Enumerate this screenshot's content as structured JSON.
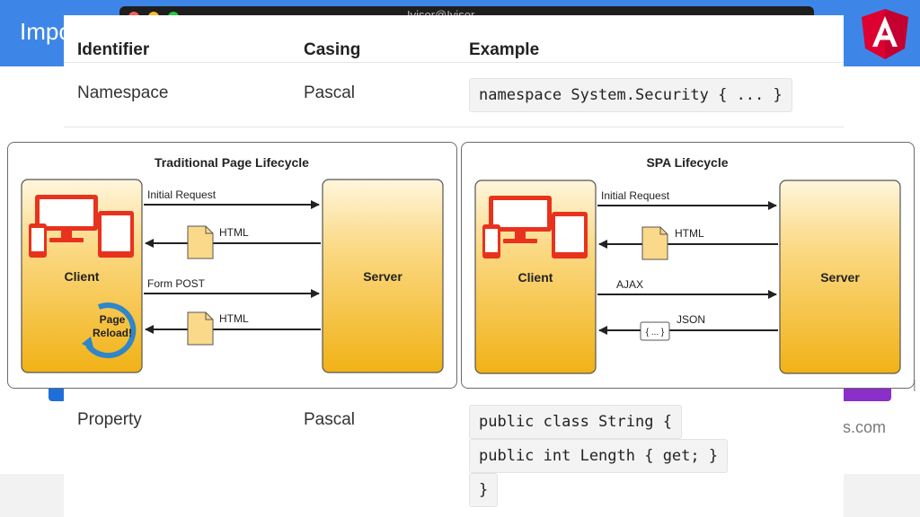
{
  "slide": {
    "title": "Impo",
    "site_text": "s.com",
    "edge_mark": "|"
  },
  "window": {
    "title": "Ivisor@Ivisor"
  },
  "table": {
    "headers": {
      "identifier": "Identifier",
      "casing": "Casing",
      "example": "Example"
    },
    "rows": [
      {
        "identifier": "Namespace",
        "casing": "Pascal",
        "example_lines": [
          "namespace System.Security { ... }"
        ]
      },
      {
        "identifier": "Property",
        "casing": "Pascal",
        "example_lines": [
          "public class String {",
          "public int Length { get; }",
          "}"
        ]
      }
    ]
  },
  "diagrams": [
    {
      "title": "Traditional Page Lifecycle",
      "client": "Client",
      "server": "Server",
      "arrows": [
        "Initial Request",
        "HTML",
        "Form POST",
        "HTML"
      ],
      "reload": [
        "Page",
        "Reload!"
      ]
    },
    {
      "title": "SPA Lifecycle",
      "client": "Client",
      "server": "Server",
      "arrows": [
        "Initial Request",
        "HTML",
        "AJAX",
        "JSON"
      ],
      "json_box": "{ ... }"
    }
  ],
  "colors": {
    "header_blue": "#3d86e8",
    "box_gold": "#f3bb23",
    "device_red": "#e8321e",
    "reload_blue": "#2f86c9",
    "angular_red": "#dd0031"
  }
}
